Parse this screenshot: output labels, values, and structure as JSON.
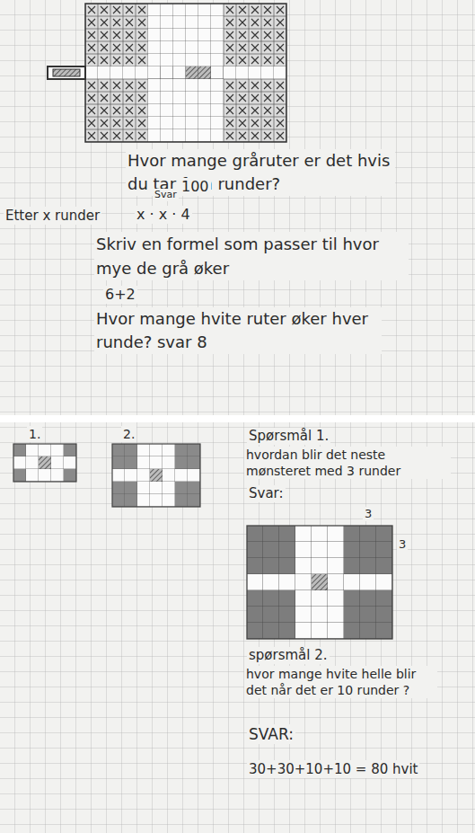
{
  "diagram": {
    "labels": [
      "Hvor mange gråruter er det hvis du tar fem runder?",
      "Svar",
      "100",
      "Etter x runder",
      "x · x · 4",
      "Skriv en formel som passer til hvor mye de grå øker",
      "6+2",
      "Hvor mange hvite ruter øker hver runde? svar 8",
      "1.",
      "2.",
      "Spørsmål 1.",
      "hvordan blir det neste mønsteret med 3 runder",
      "Svar:",
      "3",
      "3",
      "spørsmål 2.",
      "hvor mange hvite helle blir det når det er 10 runder ?",
      "SVAR:",
      "30+30+10+10 = 80 hvit"
    ]
  }
}
